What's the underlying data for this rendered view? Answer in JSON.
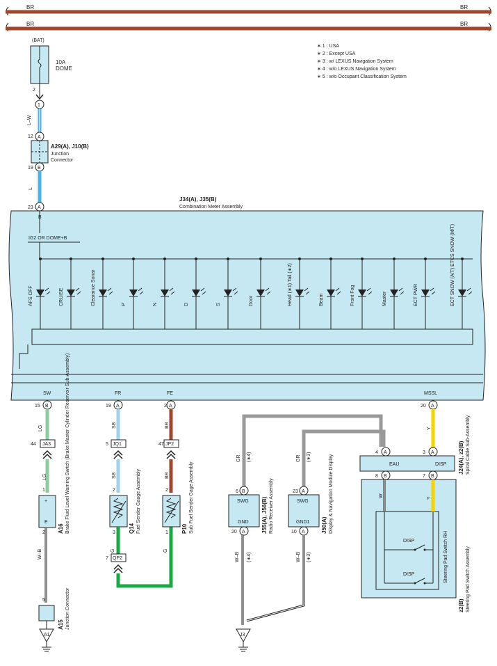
{
  "bus": {
    "top_left": "BR",
    "top_right": "BR",
    "bot_left": "BR",
    "bot_right": "BR"
  },
  "notes": [
    "∗ 1 : USA",
    "∗ 2 : Except USA",
    "∗ 3 : w/ LEXUS Navigation System",
    "∗ 4 : w/o LEXUS Navigation System",
    "∗ 5 : w/o Occupant Classification System"
  ],
  "fuse": {
    "source": "(BAT)",
    "rating": "10A",
    "name": "DOME",
    "pin": "2",
    "joint": "1"
  },
  "wires": {
    "lw": "L–W",
    "l": "L",
    "b": "B",
    "lg": "LG",
    "sb": "SB",
    "br": "BR",
    "g": "G",
    "gr": "GR",
    "y": "Y",
    "w": "W",
    "wb": "W–B"
  },
  "junction_a29": {
    "code": "A29(A), J10(B)",
    "line1": "Junction",
    "line2": "Connector",
    "pin_top": "12",
    "pin_top_letter": "A",
    "pin_bot": "19",
    "pin_bot_letter": "B"
  },
  "meter": {
    "code": "J34(A), J35(B)",
    "name": "Combination Meter Assembly",
    "in_pin": "23",
    "in_letter": "A",
    "supply": "IG2 OR DOME+B",
    "leds": [
      "AFS OFF",
      "CRUISE",
      "Clearance Sonar",
      "P",
      "N",
      "D",
      "S",
      "Door",
      "Head (∗1) Tail (∗2)",
      "Beam",
      "Front Fog",
      "Master",
      "ECT PWR",
      "ECT SNOW (A/T) ETCS SNOW (M/T)"
    ],
    "term_sw": "SW",
    "term_fr": "FR",
    "term_fe": "FE",
    "term_mssl": "MSSL",
    "pin_sw": "15",
    "pin_sw_l": "B",
    "pin_fr": "19",
    "pin_fr_l": "A",
    "pin_fe": "2",
    "pin_fe_l": "A",
    "pin_mssl": "20",
    "pin_mssl_l": "A"
  },
  "connectors": {
    "ja3": "JA3",
    "jq1": "JQ1",
    "jp2": "JP2",
    "qp2": "QP2",
    "ja3_pin": "44",
    "jq1_pin": "5",
    "jp2_pin": "47",
    "qp2_pin": "7"
  },
  "a16": {
    "code": "A16",
    "desc": "Brake Fluid Level Warning Switch (Brake Master Cylinder Reservoir Sub-Assembly)",
    "plus": "+",
    "e": "E",
    "pin1": "1",
    "pin2": "2"
  },
  "q14": {
    "code": "Q14",
    "desc": "Fuel Sender Gauge Assembly",
    "pin2": "2",
    "pin3": "3"
  },
  "p10": {
    "code": "P10",
    "desc": "Sub Fuel Sender Gage Assembly",
    "pin2": "2",
    "pin1": "1"
  },
  "a15": {
    "code": "A15",
    "desc": "Junction Connector",
    "pin": "5"
  },
  "ground_a1": "A1",
  "ground_j3": "J3",
  "radio": {
    "code": "J55(A), J56(B)",
    "desc": "Radio Receiver Assembly",
    "swg": "SWG",
    "gnd": "GND",
    "pin_swg": "6",
    "pin_swg_l": "B",
    "pin_gnd": "20",
    "pin_gnd_l": "A",
    "note": "(∗4)"
  },
  "nav": {
    "code": "J50(A)",
    "desc": "Display & Navigation Module Display",
    "swg": "SWG",
    "gnd": "GND1",
    "pin_swg": "23",
    "pin_swg_l": "A",
    "pin_gnd": "10",
    "pin_gnd_l": "A",
    "note": "(∗3)"
  },
  "spiral": {
    "code": "J24(A), z2(B)",
    "desc": "Spiral Cable Sub-Assembly",
    "eau": "EAU",
    "disp": "DISP",
    "pin4": "4",
    "pin4_l": "A",
    "pin3": "3",
    "pin3_l": "A",
    "pin8": "8",
    "pin8_l": "B",
    "pin7": "7",
    "pin7_l": "B"
  },
  "pad": {
    "code": "z2(B)",
    "desc": "Steering Pad Switch Assembly",
    "inner": "Steering Pad Switch RH",
    "sw1": "DISP",
    "sw2": "DISP"
  }
}
